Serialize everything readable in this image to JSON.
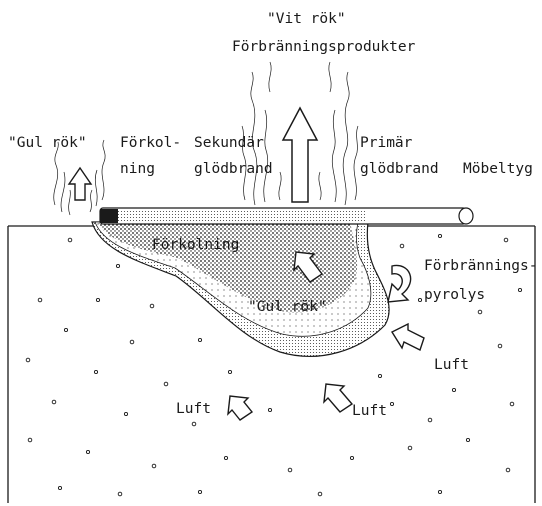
{
  "labels": {
    "vit_rok": "\"Vit rök\"",
    "forbranningsprodukter": "Förbränningsprodukter",
    "gul_rok_top": "\"Gul rök\"",
    "forkol_1": "Förkol-",
    "forkol_2": "ning",
    "sekundar_1": "Sekundär",
    "sekundar_2": "glödbrand",
    "primar_1": "Primär",
    "primar_2": "glödbrand",
    "mobeltyg": "Möbeltyg",
    "forkolning": "Förkolning",
    "forbrannings_1": "Förbrännings-",
    "forbrannings_2": "pyrolys",
    "gul_rok_inner": "\"Gul rök\"",
    "luft_right": "Luft",
    "luft_left": "Luft",
    "luft_bottom": "Luft"
  },
  "colors": {
    "ink": "#1a1a1a",
    "background": "#ffffff"
  },
  "icons": {
    "up_arrow": "hollow-up-arrow-icon",
    "left_arrow": "hollow-diagonal-arrow-icon",
    "curl_arrow": "curved-arrow-icon"
  }
}
